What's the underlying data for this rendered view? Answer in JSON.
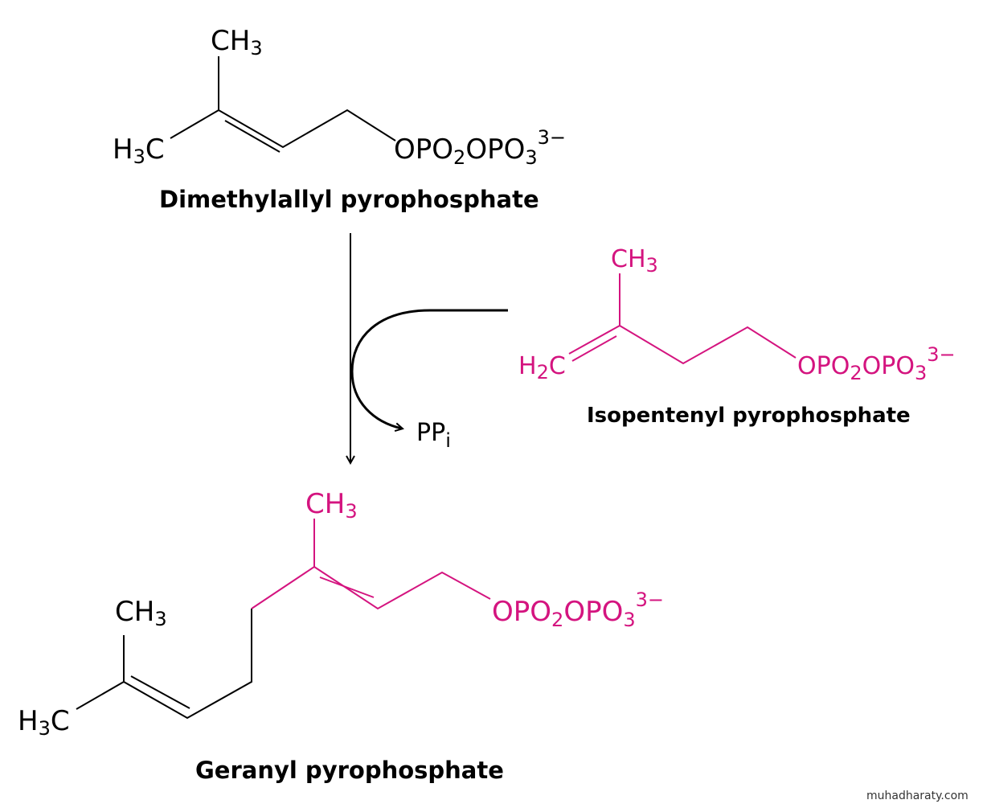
{
  "colors": {
    "highlight": "#d4147f",
    "default": "#000000"
  },
  "dmapp": {
    "ch3": "CH",
    "ch3_sub": "3",
    "h3c_h": "H",
    "h3c_sub": "3",
    "h3c_c": "C",
    "opp_a": "OPO",
    "opp_sub1": "2",
    "opp_b": "OPO",
    "opp_sub2": "3",
    "opp_charge": "3−",
    "name": "Dimethylallyl pyrophosphate"
  },
  "ipp": {
    "ch3": "CH",
    "ch3_sub": "3",
    "h2c_h": "H",
    "h2c_sub": "2",
    "h2c_c": "C",
    "opp_a": "OPO",
    "opp_sub1": "2",
    "opp_b": "OPO",
    "opp_sub2": "3",
    "opp_charge": "3−",
    "name": "Isopentenyl pyrophosphate"
  },
  "reaction": {
    "byproduct": "PP",
    "byproduct_sub": "i"
  },
  "gpp": {
    "ch3_top": "CH",
    "ch3_top_sub": "3",
    "ch3_left": "CH",
    "ch3_left_sub": "3",
    "h3c_h": "H",
    "h3c_sub": "3",
    "h3c_c": "C",
    "opp_a": "OPO",
    "opp_sub1": "2",
    "opp_b": "OPO",
    "opp_sub2": "3",
    "opp_charge": "3−",
    "name": "Geranyl pyrophosphate"
  },
  "watermark": "muhadharaty.com"
}
